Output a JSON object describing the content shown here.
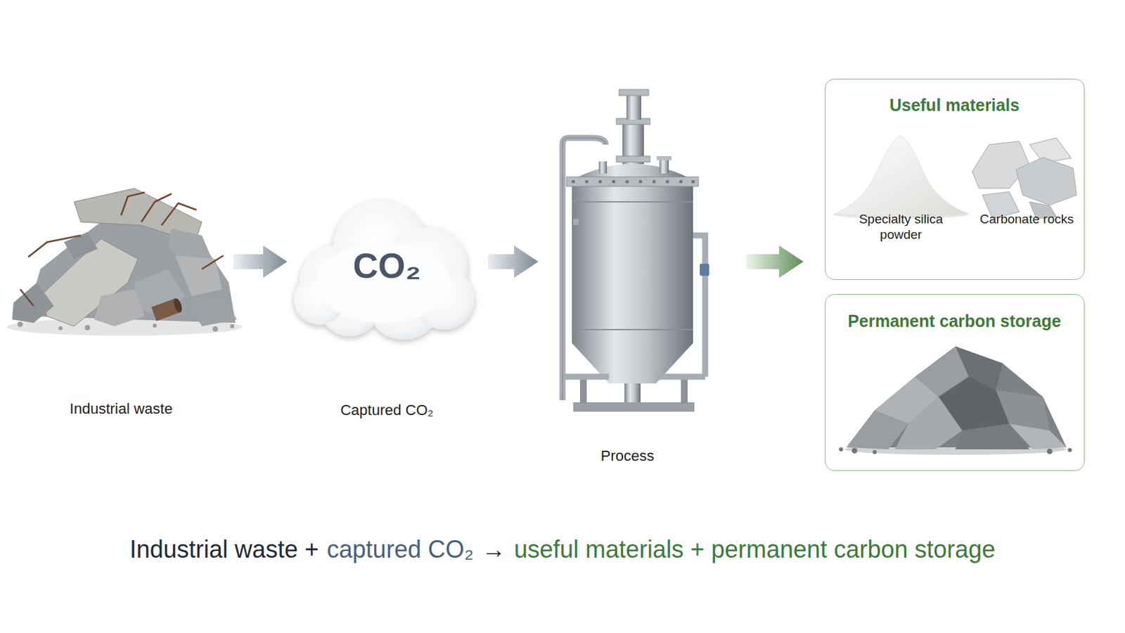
{
  "diagram": {
    "nodes": [
      {
        "text": [
          "Industrial waste"
        ]
      },
      {
        "text": [
          "CO₂",
          "Captured CO₂"
        ]
      },
      {
        "text": [
          "Process"
        ]
      },
      {
        "text": [
          "Useful materials",
          "Specialty silica powder",
          "Carbonate rocks"
        ]
      },
      {
        "text": [
          "Permanent carbon storage"
        ]
      }
    ],
    "edges": [
      {
        "from": 0,
        "to": 1,
        "arrow": "to"
      },
      {
        "from": 1,
        "to": 2,
        "arrow": "to"
      },
      {
        "from": 2,
        "to": 3,
        "arrow": "to"
      }
    ],
    "labels": [
      "Industrial waste +",
      "captured CO₂",
      "→",
      "useful materials + permanent carbon storage"
    ]
  }
}
